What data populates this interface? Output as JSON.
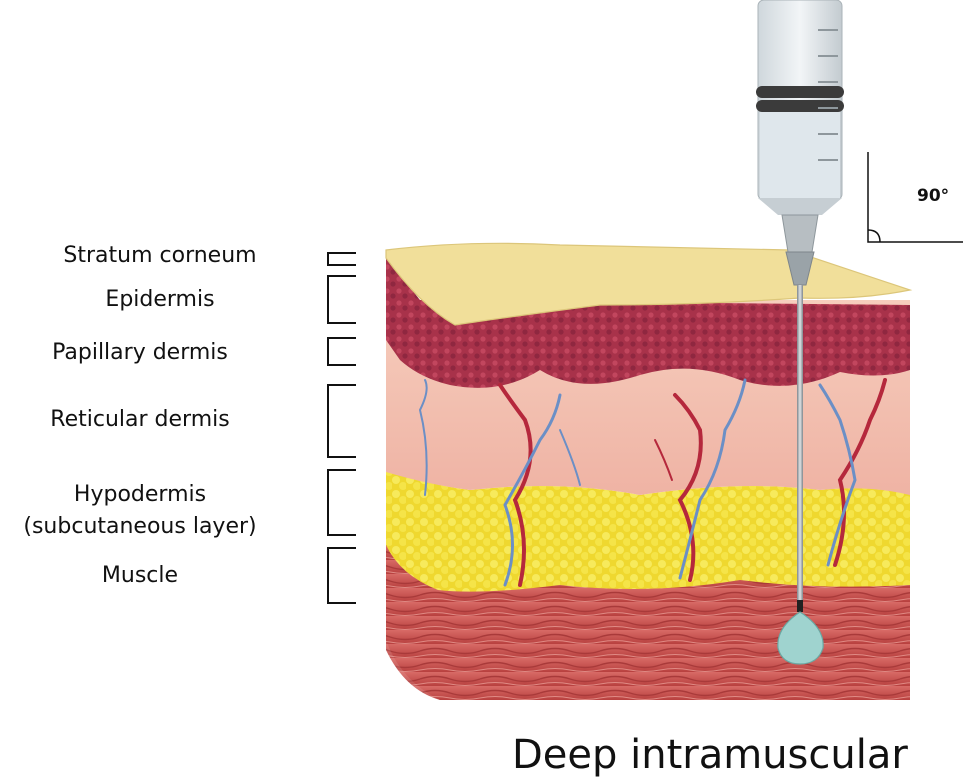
{
  "layers": [
    {
      "id": "stratum-corneum",
      "label": "Stratum corneum"
    },
    {
      "id": "epidermis",
      "label": "Epidermis"
    },
    {
      "id": "papillary-dermis",
      "label": "Papillary dermis"
    },
    {
      "id": "reticular-dermis",
      "label": "Reticular dermis"
    },
    {
      "id": "hypodermis",
      "label": "Hypodermis"
    },
    {
      "id": "hypodermis-sub",
      "label": "(subcutaneous layer)"
    },
    {
      "id": "muscle",
      "label": "Muscle"
    }
  ],
  "angle_label": "90°",
  "caption": "Deep intramuscular",
  "colors": {
    "stratum_corneum": "#f1df9a",
    "epidermis": "#a8324a",
    "dermis": "#f4c3b4",
    "fat": "#f2e23a",
    "muscle": "#cf5c5a",
    "syringe_fluid": "#dfe7ec",
    "plunger": "#3b3b3b",
    "needle": "#9aa3a8",
    "droplet": "#9fd3cf",
    "vein": "#6b8fc6",
    "artery": "#b5283c"
  }
}
